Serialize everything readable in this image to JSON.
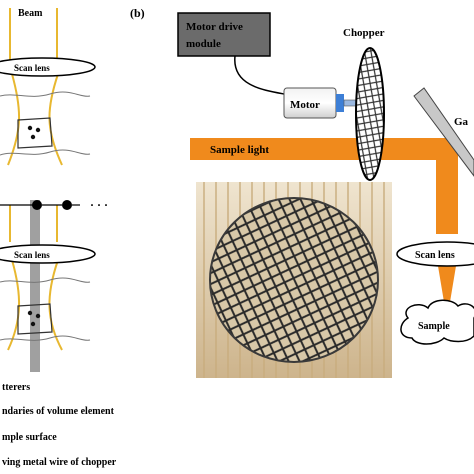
{
  "left_panel": {
    "beam_label": "Beam",
    "scan_lens_top": "Scan lens",
    "scan_lens_bottom": "Scan lens",
    "ellipsis": "· · ·",
    "legend": [
      "tterers",
      "ndaries of volume element",
      "mple surface",
      "ving metal wire of chopper"
    ],
    "colors": {
      "beam": "#e8b830",
      "wire": "#a0a0a0"
    }
  },
  "right_panel": {
    "panel_label": "(b)",
    "motor_drive_label_line1": "Motor drive",
    "motor_drive_label_line2": "module",
    "motor_label": "Motor",
    "chopper_label": "Chopper",
    "sample_light_label": "Sample light",
    "galvo_label": "Ga",
    "scan_lens_label": "Scan lens",
    "sample_label": "Sample",
    "colors": {
      "light_path": "#f08a1c",
      "module_fill": "#6b6b6b",
      "motor_cap": "#3d7fd6"
    }
  }
}
